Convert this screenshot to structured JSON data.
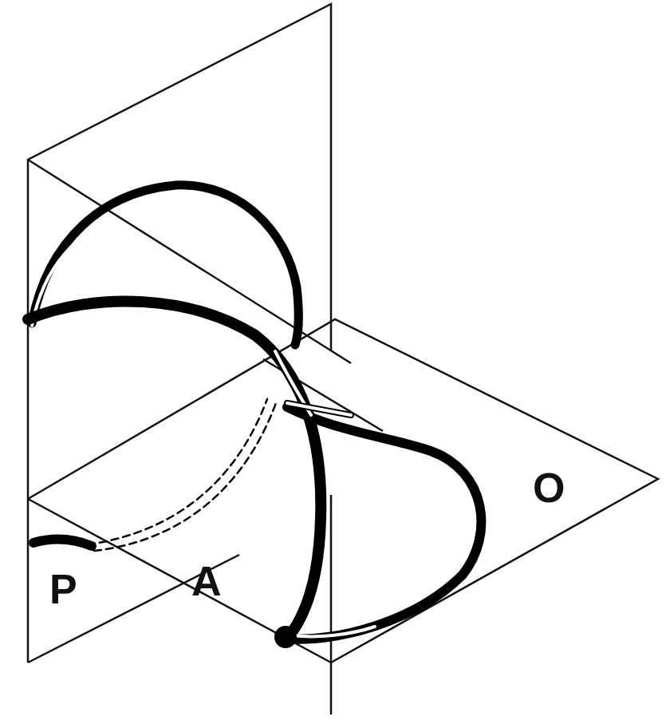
{
  "diagram": {
    "labels": [
      "P",
      "A",
      "O"
    ]
  }
}
